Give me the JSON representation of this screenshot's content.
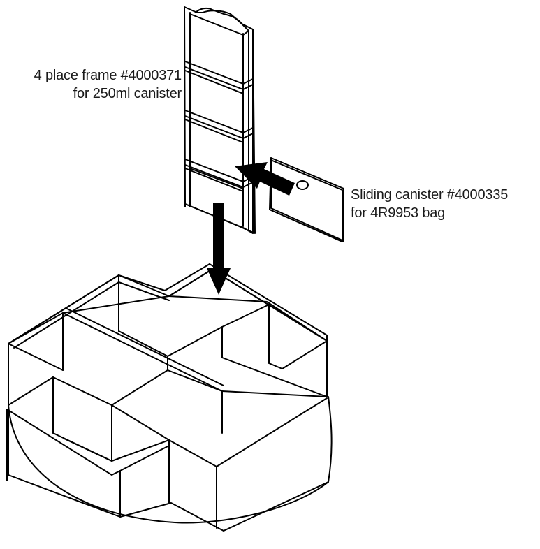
{
  "frame_label": {
    "line1": "4 place frame #4000371",
    "line2": "for 250ml canister"
  },
  "canister_label": {
    "line1": "Sliding canister #4000335",
    "line2": "for 4R9953 bag"
  },
  "colors": {
    "line": "#000000",
    "background": "#ffffff"
  }
}
